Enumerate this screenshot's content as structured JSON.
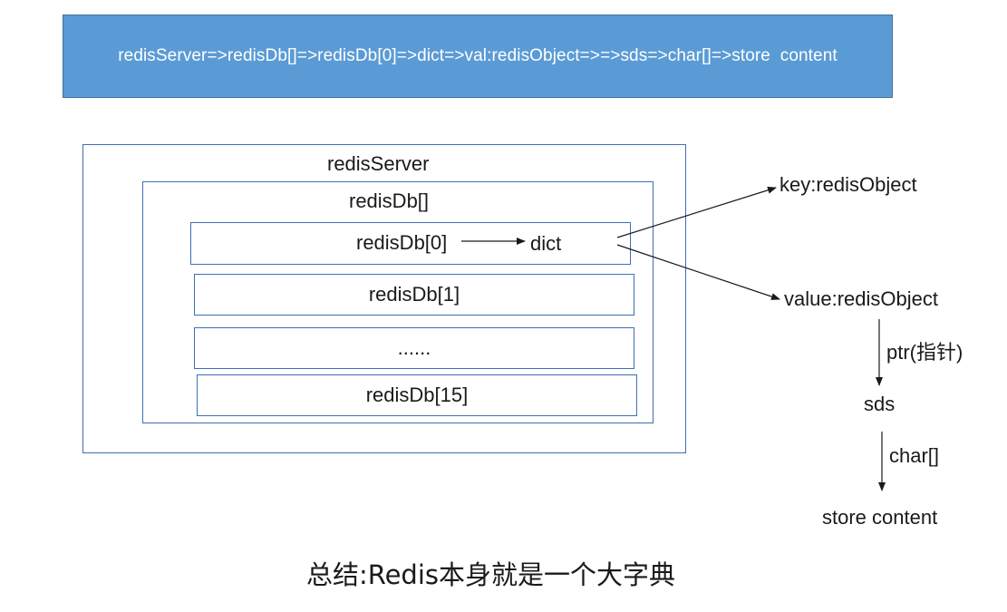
{
  "banner": {
    "text": "redisServer=>redisDb[]=>redisDb[0]=>dict=>val:redisObject=>=>sds=>char[]=>store  content",
    "background": "#5b9bd5",
    "text_color": "#ffffff"
  },
  "diagram": {
    "server_label": "redisServer",
    "db_array_label": "redisDb[]",
    "db_rows": {
      "db0": "redisDb[0]",
      "db1": "redisDb[1]",
      "dots": "......",
      "db15": "redisDb[15]"
    },
    "dict_label": "dict",
    "key_label": "key:redisObject",
    "value_label": "value:redisObject",
    "ptr_label": "ptr(指针)",
    "sds_label": "sds",
    "char_label": "char[]",
    "store_label": "store content",
    "border_color": "#3f6fb5"
  },
  "summary": "总结:Redis本身就是一个大字典"
}
